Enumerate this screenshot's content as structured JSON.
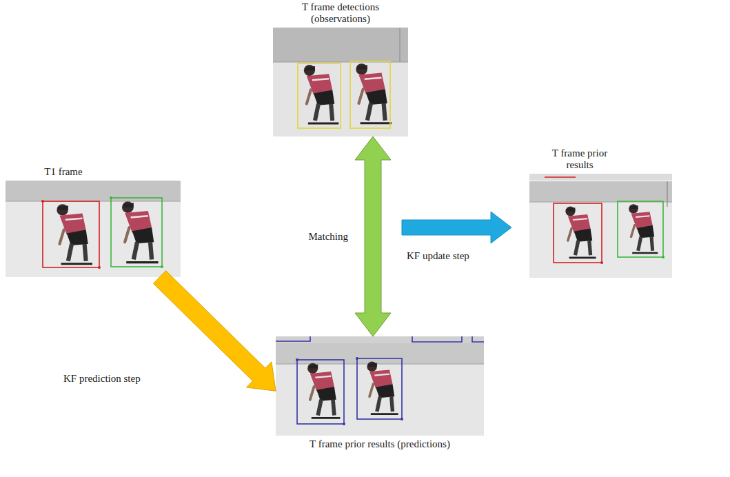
{
  "diagram": {
    "nodes": [
      {
        "text": [
          "T frame detections (observations)"
        ]
      },
      {
        "text": [
          "T1 frame"
        ]
      },
      {
        "text": [
          "T frame prior results"
        ]
      },
      {
        "text": [
          "T frame prior results (predictions)"
        ]
      }
    ],
    "edges": [
      {
        "from": 1,
        "to": 3,
        "arrow": "to",
        "label": "KF prediction step"
      },
      {
        "from": 0,
        "to": 3,
        "arrow": "both",
        "label": "Matching"
      }
    ],
    "labels": [
      "KF update step"
    ]
  }
}
